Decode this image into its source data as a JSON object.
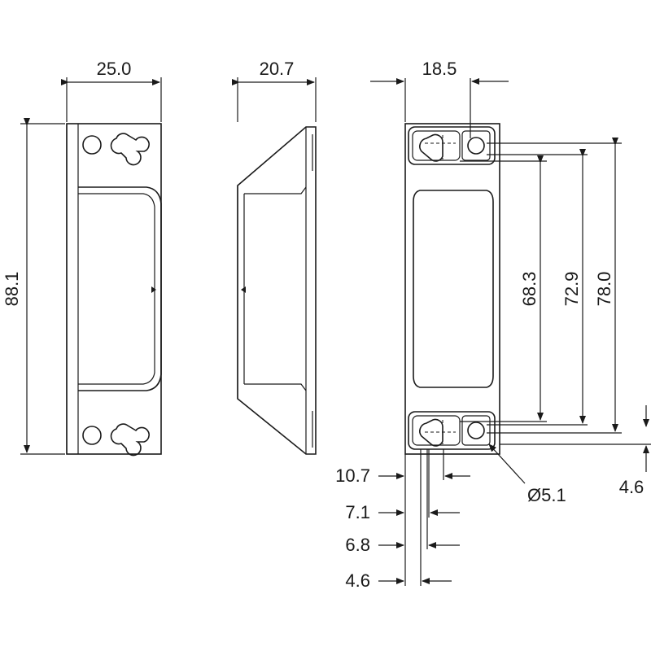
{
  "front_view": {
    "width": "25.0",
    "height": "88.1"
  },
  "side_view": {
    "depth": "20.7"
  },
  "rear_view": {
    "hole_offset": "18.5",
    "spacings": [
      "68.3",
      "72.9",
      "78.0"
    ],
    "right_offset": "4.6",
    "hole_diameter": "Ø5.1",
    "bottom_offsets": [
      "10.7",
      "7.1",
      "6.8",
      "4.6"
    ]
  }
}
